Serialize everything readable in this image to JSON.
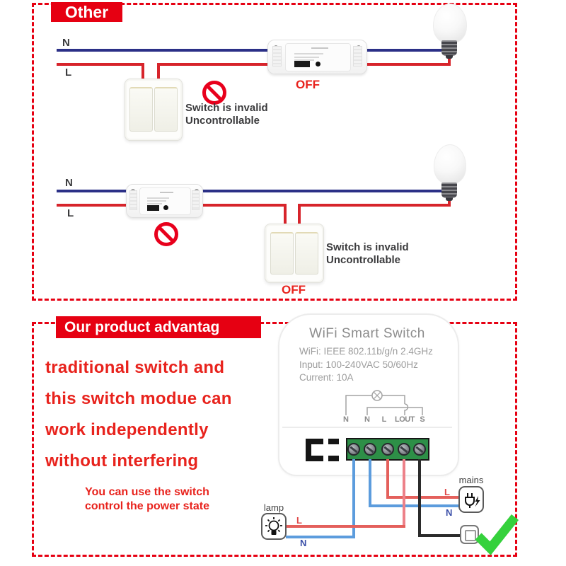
{
  "colors": {
    "accent_red": "#E60012",
    "text_red": "#E8231D",
    "wire_navy": "#2B3087",
    "wire_red_top": "#D7242B",
    "wire_blue": "#5C9CDD",
    "wire_red": "#E4605C",
    "wire_pink": "#ED8189",
    "wire_black": "#2B2B2B",
    "terminal_green": "#2D8F47",
    "check_green": "#35D13C"
  },
  "section_other": {
    "title": "Other",
    "diagram1": {
      "n": "N",
      "l": "L",
      "status": "OFF",
      "warning1": "Switch is invalid",
      "warning2": "Uncontrollable"
    },
    "diagram2": {
      "n": "N",
      "l": "L",
      "status": "OFF",
      "warning1": "Switch is invalid",
      "warning2": "Uncontrollable"
    }
  },
  "section_advantage": {
    "title": "Our product advantag",
    "paragraph": [
      "traditional switch and",
      "this switch modue can",
      "work independently",
      "without interfering"
    ],
    "note": [
      "You can use the switch",
      "control the power state"
    ],
    "device": {
      "title": "WiFi Smart Switch",
      "specs": [
        "WiFi: IEEE 802.11b/g/n 2.4GHz",
        "Input: 100-240VAC 50/60Hz",
        "Current: 10A"
      ],
      "terminals": [
        "N",
        "N",
        "L",
        "LOUT",
        "S"
      ]
    },
    "lamp": {
      "label": "lamp",
      "l": "L",
      "n": "N"
    },
    "mains": {
      "label": "mains",
      "l": "L",
      "n": "N"
    }
  }
}
